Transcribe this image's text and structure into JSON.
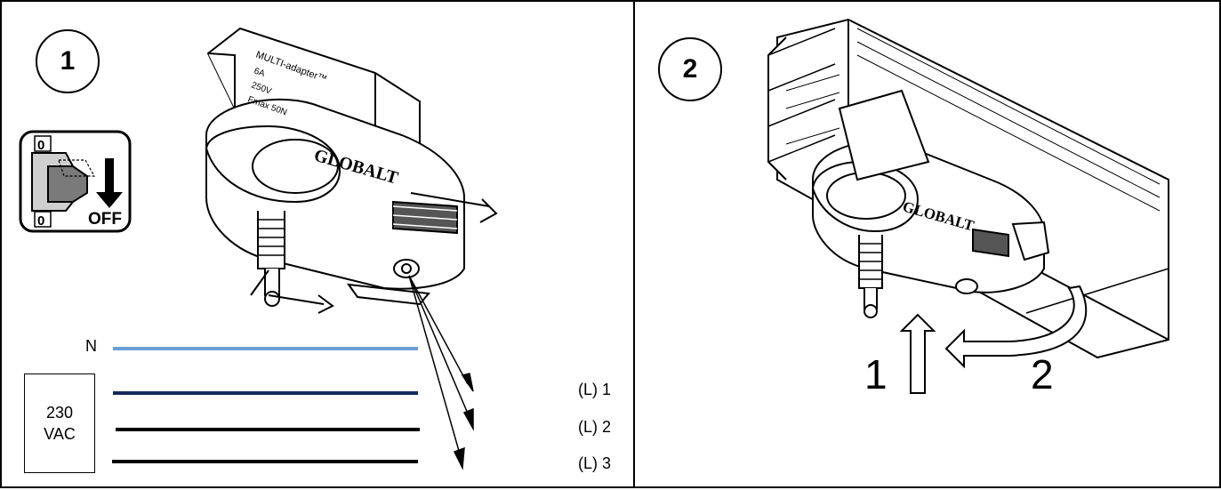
{
  "steps": [
    {
      "number": "1"
    },
    {
      "number": "2"
    }
  ],
  "switch_icon": {
    "top_label": "0",
    "bottom_label": "0",
    "state_label": "OFF"
  },
  "adapter_text": {
    "brand": "GLOBALT",
    "product": "MULTI-adapter™",
    "spec_1": "6A",
    "spec_2": "250V",
    "spec_3": "Fmax 50N"
  },
  "wiring": {
    "neutral_label": "N",
    "source_line_1": "230",
    "source_line_2": "VAC",
    "phases": [
      "(L) 1",
      "(L) 2",
      "(L) 3"
    ],
    "colors": {
      "neutral": "#6a9fd6",
      "phase1": "#14285a",
      "phase2": "#000000",
      "phase3": "#000000"
    }
  },
  "step2_arrows": {
    "first": "1",
    "second": "2"
  }
}
